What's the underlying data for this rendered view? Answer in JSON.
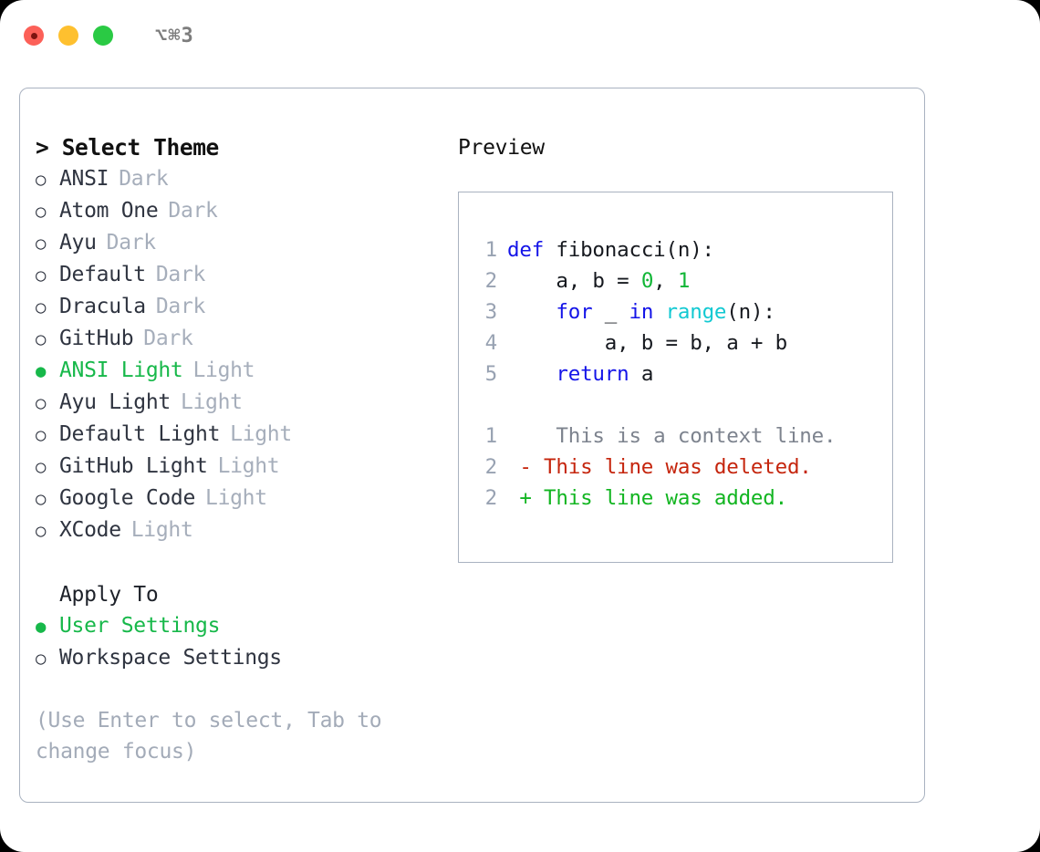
{
  "titlebar": {
    "shortcut": "⌥⌘3",
    "lights": [
      "close",
      "minimize",
      "maximize"
    ]
  },
  "left": {
    "prompt": "> Select Theme",
    "themes": [
      {
        "bullet": "○",
        "name": "ANSI",
        "kind": "Dark",
        "selected": false
      },
      {
        "bullet": "○",
        "name": "Atom One",
        "kind": "Dark",
        "selected": false
      },
      {
        "bullet": "○",
        "name": "Ayu",
        "kind": "Dark",
        "selected": false
      },
      {
        "bullet": "○",
        "name": "Default",
        "kind": "Dark",
        "selected": false
      },
      {
        "bullet": "○",
        "name": "Dracula",
        "kind": "Dark",
        "selected": false
      },
      {
        "bullet": "○",
        "name": "GitHub",
        "kind": "Dark",
        "selected": false
      },
      {
        "bullet": "●",
        "name": "ANSI Light",
        "kind": "Light",
        "selected": true
      },
      {
        "bullet": "○",
        "name": "Ayu Light",
        "kind": "Light",
        "selected": false
      },
      {
        "bullet": "○",
        "name": "Default Light",
        "kind": "Light",
        "selected": false
      },
      {
        "bullet": "○",
        "name": "GitHub Light",
        "kind": "Light",
        "selected": false
      },
      {
        "bullet": "○",
        "name": "Google Code",
        "kind": "Light",
        "selected": false
      },
      {
        "bullet": "○",
        "name": "XCode",
        "kind": "Light",
        "selected": false
      }
    ],
    "apply_to": {
      "label": "Apply To",
      "options": [
        {
          "bullet": "●",
          "name": "User Settings",
          "selected": true
        },
        {
          "bullet": "○",
          "name": "Workspace Settings",
          "selected": false
        }
      ]
    },
    "help_text": "(Use Enter to select, Tab to change focus)"
  },
  "right": {
    "preview_title": "Preview",
    "code_lines": [
      {
        "n": "1",
        "tokens": [
          {
            "t": "def",
            "c": "kw"
          },
          {
            "t": " fibonacci(n):",
            "c": "plain"
          }
        ]
      },
      {
        "n": "2",
        "tokens": [
          {
            "t": "    a, b = ",
            "c": "plain"
          },
          {
            "t": "0",
            "c": "num"
          },
          {
            "t": ", ",
            "c": "plain"
          },
          {
            "t": "1",
            "c": "num"
          }
        ]
      },
      {
        "n": "3",
        "tokens": [
          {
            "t": "    ",
            "c": "plain"
          },
          {
            "t": "for",
            "c": "kw"
          },
          {
            "t": " _ ",
            "c": "plain"
          },
          {
            "t": "in",
            "c": "kw"
          },
          {
            "t": " ",
            "c": "plain"
          },
          {
            "t": "range",
            "c": "fn"
          },
          {
            "t": "(n):",
            "c": "plain"
          }
        ]
      },
      {
        "n": "4",
        "tokens": [
          {
            "t": "        a, b = b, a + b",
            "c": "plain"
          }
        ]
      },
      {
        "n": "5",
        "tokens": [
          {
            "t": "    ",
            "c": "plain"
          },
          {
            "t": "return",
            "c": "kw"
          },
          {
            "t": " a",
            "c": "plain"
          }
        ]
      }
    ],
    "diff_lines": [
      {
        "n": "1",
        "marker": " ",
        "text": "  This is a context line.",
        "kind": "ctx"
      },
      {
        "n": "2",
        "marker": "-",
        "text": " This line was deleted.",
        "kind": "del"
      },
      {
        "n": "2",
        "marker": "+",
        "text": " This line was added.",
        "kind": "add"
      }
    ]
  },
  "colors": {
    "accent_green": "#17b84a",
    "muted": "#a6aebb",
    "keyword_blue": "#1414e8",
    "function_cyan": "#12c9d2",
    "number_green": "#11b636",
    "diff_deleted": "#c5250d",
    "diff_added": "#12b521",
    "border": "#a9b2c0"
  }
}
